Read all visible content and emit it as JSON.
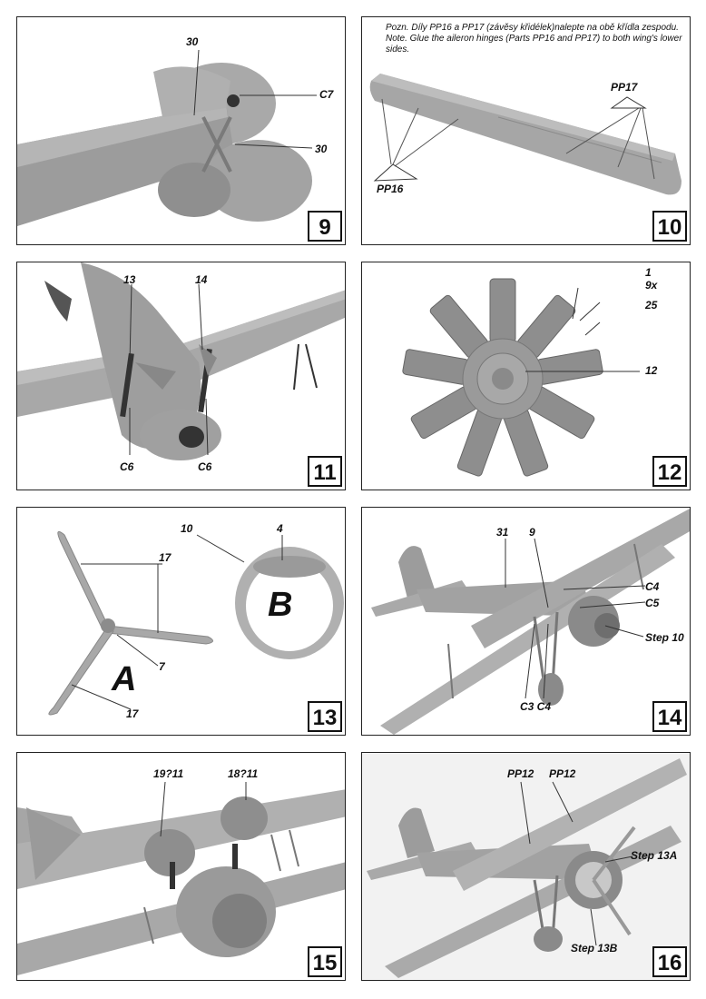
{
  "steps": [
    {
      "number": "9",
      "labels": [
        "30",
        "C7",
        "30"
      ]
    },
    {
      "number": "10",
      "note_cz": "Pozn. Díly PP16 a PP17 (závěsy křidélek)nalepte na obě křídla zespodu.",
      "note_en": "Note. Glue the aileron hinges (Parts PP16 and PP17) to both wing's lower sides.",
      "labels": [
        "PP17",
        "PP16"
      ]
    },
    {
      "number": "11",
      "labels": [
        "13",
        "14",
        "C6",
        "C6"
      ]
    },
    {
      "number": "12",
      "labels": [
        "1",
        "9x",
        "25",
        "12"
      ]
    },
    {
      "number": "13",
      "labels": [
        "10",
        "4",
        "17",
        "7",
        "17"
      ],
      "sub": [
        "A",
        "B"
      ]
    },
    {
      "number": "14",
      "labels": [
        "31",
        "9",
        "C4",
        "C5",
        "Step 10",
        "C3 C4"
      ]
    },
    {
      "number": "15",
      "labels": [
        "19?11",
        "18?11"
      ]
    },
    {
      "number": "16",
      "labels": [
        "PP12",
        "PP12",
        "Step 13A",
        "Step 13B"
      ]
    }
  ],
  "colors": {
    "part": "#9a9a9a",
    "part_dark": "#6f6f6f",
    "part_light": "#b8b8b8",
    "frame": "#222222"
  }
}
